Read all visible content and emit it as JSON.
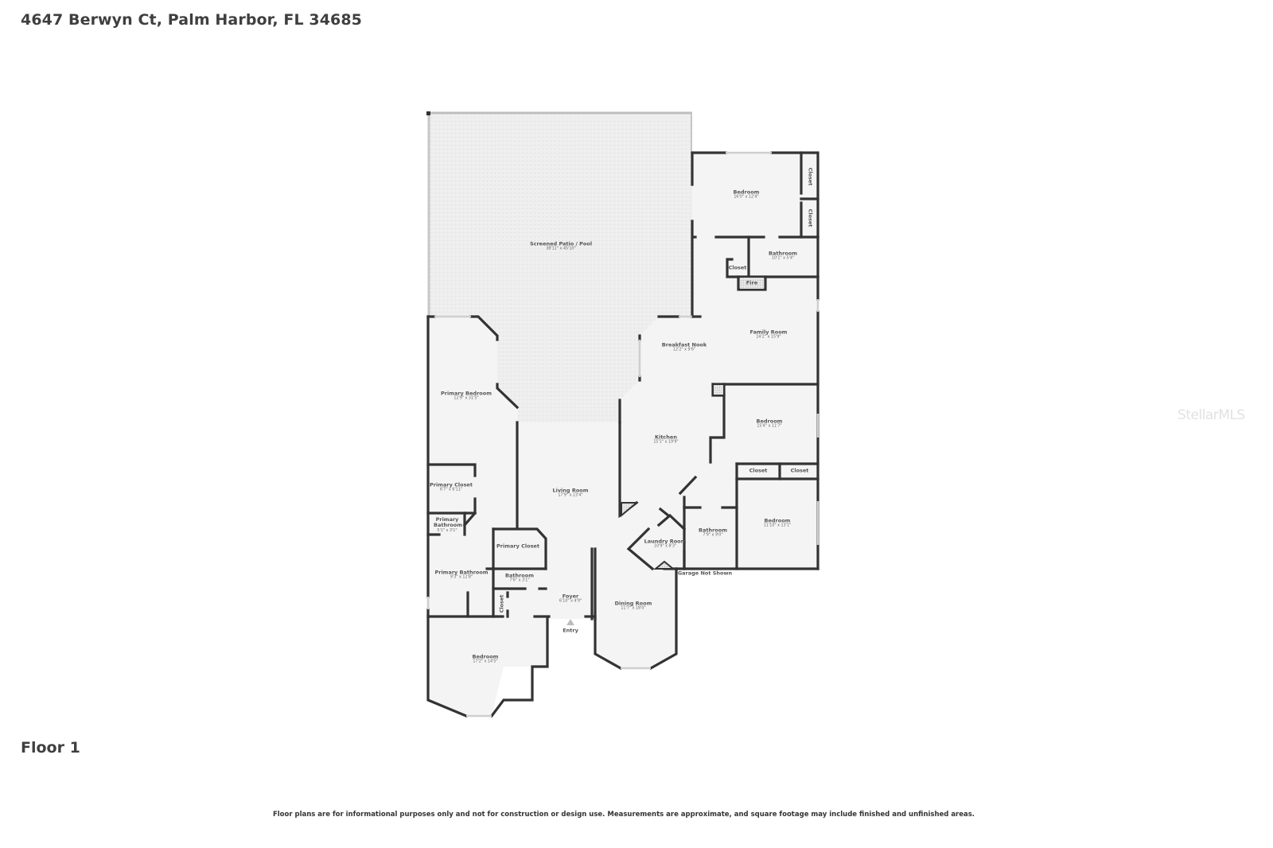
{
  "header": {
    "address": "4647 Berwyn Ct, Palm Harbor, FL 34685"
  },
  "floor": {
    "label": "Floor 1"
  },
  "watermark": "StellarMLS",
  "disclaimer": "Floor plans are for informational purposes only and not for construction or design use. Measurements are approximate, and square footage may include finished and unfinished areas.",
  "colors": {
    "wall": "#333333",
    "floor_fill": "#f4f4f4",
    "patio_fill": "#eeeeee",
    "window": "#d8d8d8",
    "background": "#ffffff"
  },
  "rooms": {
    "patio": {
      "name": "Screened Patio / Pool",
      "dim": "38'11\" x 45'10\""
    },
    "bedroom_ne": {
      "name": "Bedroom",
      "dim": "16'0\" x 12'4\""
    },
    "closet_ne_1": {
      "name": "Closet"
    },
    "closet_ne_2": {
      "name": "Closet"
    },
    "bathroom_ne": {
      "name": "Bathroom",
      "dim": "10'1\" x 5'4\""
    },
    "closet_fire": {
      "name": "Closet"
    },
    "fire": {
      "name": "Fire"
    },
    "family_room": {
      "name": "Family Room",
      "dim": "14'2\" x 15'9\""
    },
    "breakfast_nook": {
      "name": "Breakfast Nook",
      "dim": "12'2\" x 9'6\""
    },
    "primary_bedroom": {
      "name": "Primary Bedroom",
      "dim": "12'9\" x 31'5\""
    },
    "kitchen": {
      "name": "Kitchen",
      "dim": "15'1\" x 19'9\""
    },
    "bedroom_e": {
      "name": "Bedroom",
      "dim": "15'4\" x 11'7\""
    },
    "closet_e_1": {
      "name": "Closet"
    },
    "closet_e_2": {
      "name": "Closet"
    },
    "primary_closet_1": {
      "name": "Primary Closet",
      "dim": "6'7\" x 6'11\""
    },
    "living_room": {
      "name": "Living Room",
      "dim": "17'9\" x 23'4\""
    },
    "bedroom_se": {
      "name": "Bedroom",
      "dim": "11'10\" x 13'1\""
    },
    "primary_bathroom_small": {
      "name": "Primary Bathroom",
      "dim": "5'1\" x 3'1\""
    },
    "bathroom_center": {
      "name": "Bathroom",
      "dim": "7'9\" x 9'0\""
    },
    "laundry_room": {
      "name": "Laundry Room",
      "dim": "10'9\" x 8'3\""
    },
    "primary_closet_2": {
      "name": "Primary Closet"
    },
    "garage_note": {
      "name": "Garage Not Shown"
    },
    "primary_bathroom": {
      "name": "Primary Bathroom",
      "dim": "9'3\" x 12'8\""
    },
    "bathroom_small": {
      "name": "Bathroom",
      "dim": "7'6\" x 3'1\""
    },
    "foyer": {
      "name": "Foyer",
      "dim": "6'10\" x 4'9\""
    },
    "closet_foyer": {
      "name": "Closet"
    },
    "dining_room": {
      "name": "Dining Room",
      "dim": "11'7\" x 18'0\""
    },
    "entry": {
      "name": "Entry"
    },
    "bedroom_sw": {
      "name": "Bedroom",
      "dim": "17'2\" x 14'5\""
    }
  }
}
